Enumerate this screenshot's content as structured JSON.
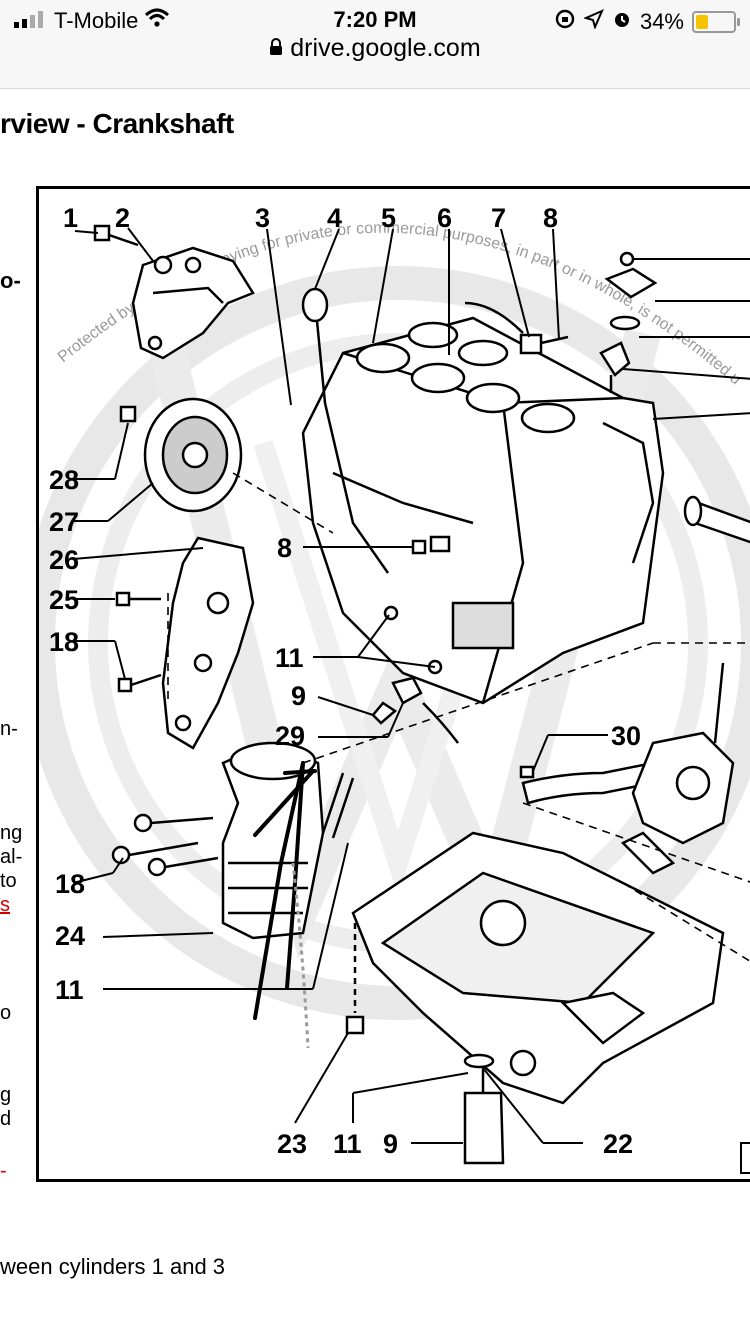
{
  "status_bar": {
    "carrier": "T-Mobile",
    "time": "7:20 PM",
    "battery": "34%",
    "battery_level": 0.34
  },
  "browser": {
    "url": "drive.google.com"
  },
  "page": {
    "heading": "rview - Crankshaft",
    "side_fragments": [
      "o-",
      "n-",
      "ng",
      "al-",
      "to",
      "s",
      "o",
      "g",
      "d",
      "-"
    ],
    "bottom_text": "ween cylinders 1 and 3"
  },
  "diagram": {
    "watermark_top": "Protected by copyright. Copying for private or commercial purposes, in part or in whole, is not permitted unless authorised by Volkswagen AG. Volkswagen AG does not guarantee or accept any liability with respect to the correctness of information in this document.",
    "labels": [
      "1",
      "2",
      "3",
      "4",
      "5",
      "6",
      "7",
      "8",
      "8",
      "28",
      "27",
      "26",
      "25",
      "18",
      "11",
      "9",
      "29",
      "30",
      "18",
      "24",
      "11",
      "23",
      "11",
      "9",
      "22"
    ]
  }
}
